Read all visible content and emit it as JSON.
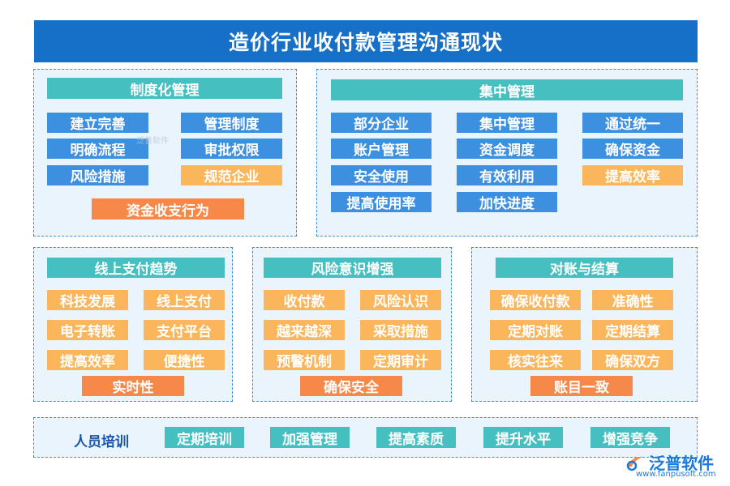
{
  "title": "造价行业收付款管理沟通现状",
  "sections": {
    "system": {
      "header": "制度化管理",
      "items": [
        "建立完善",
        "管理制度",
        "明确流程",
        "审批权限",
        "风险措施",
        "规范企业"
      ],
      "bottom": "资金收支行为"
    },
    "central": {
      "header": "集中管理",
      "items": [
        "部分企业",
        "集中管理",
        "通过统一",
        "账户管理",
        "资金调度",
        "确保资金",
        "安全使用",
        "有效利用",
        "提高效率",
        "提高使用率",
        "加快进度"
      ]
    },
    "online": {
      "header": "线上支付趋势",
      "items": [
        "科技发展",
        "线上支付",
        "电子转账",
        "支付平台",
        "提高效率",
        "便捷性"
      ],
      "bottom": "实时性"
    },
    "risk": {
      "header": "风险意识增强",
      "items": [
        "收付款",
        "风险认识",
        "越来越深",
        "采取措施",
        "预警机制",
        "定期审计"
      ],
      "bottom": "确保安全"
    },
    "reconcile": {
      "header": "对账与结算",
      "items": [
        "确保收付款",
        "准确性",
        "定期对账",
        "定期结算",
        "核实往来",
        "确保双方"
      ],
      "bottom": "账目一致"
    },
    "training": {
      "label": "人员培训",
      "items": [
        "定期培训",
        "加强管理",
        "提高素质",
        "提升水平",
        "增强竞争"
      ]
    }
  },
  "watermark": "泛普软件",
  "logo": {
    "name": "泛普软件",
    "url": "www.fanpusoft.com"
  },
  "colors": {
    "title": "#1670c8",
    "header": "#45bfc0",
    "blue": "#3d8fe0",
    "orange": "#fbb65b",
    "deep_orange": "#f6894a",
    "panel": "#eaf4fc"
  }
}
